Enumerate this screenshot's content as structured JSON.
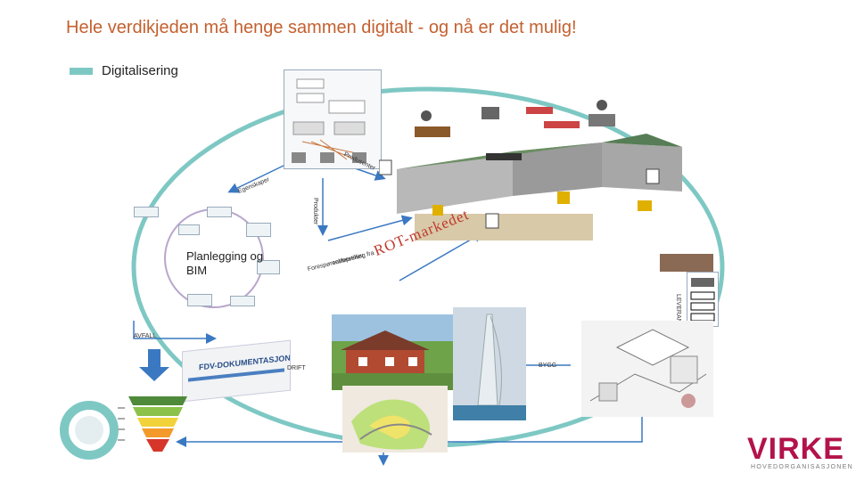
{
  "title": "Hele verdikjeden må henge sammen digitalt - og nå er det mulig!",
  "legend": {
    "label": "Digitalisering",
    "color": "#7ec8c4"
  },
  "labels": {
    "planning": "Planlegging og BIM",
    "rot": "ROT-markedet",
    "avfall": "AVFALL",
    "drift": "DRIFT",
    "bygg": "BYGG",
    "leveranse": "LEVERANSE",
    "produkter": "Produkter",
    "produsenter": "Produsenter",
    "egenskaper": "Egenskaper",
    "forespørsel": "Forespørsel/bestilling fra",
    "entreprenør": "entreprenør"
  },
  "brand": {
    "name": "VIRKE",
    "subtitle": "HOVEDORGANISASJONEN",
    "color": "#b3124b"
  },
  "document": {
    "heading": "FDV-DOKUMENTASJON"
  },
  "colors": {
    "title": "#c4602f",
    "teal": "#7ec8c4",
    "arrow": "#3a78c2"
  }
}
